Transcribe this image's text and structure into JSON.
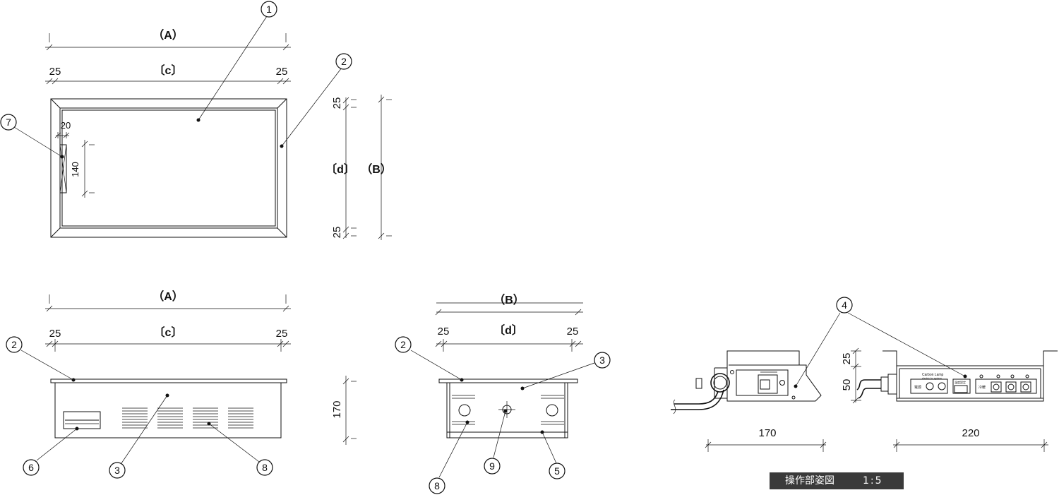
{
  "labels": {
    "A": "（A）",
    "B": "（B）",
    "c": "〔c〕",
    "d": "〔d〕",
    "d_side": "〔d〕"
  },
  "dims": {
    "d25": "25",
    "d20": "20",
    "d140": "140",
    "d170": "170",
    "d50": "50",
    "d220": "220"
  },
  "callouts": [
    "1",
    "2",
    "3",
    "4",
    "5",
    "6",
    "7",
    "8",
    "9"
  ],
  "panel_text": {
    "brand": "Carbon Lamp",
    "brand_sub": "electric  hc system",
    "power": "電源",
    "temp": "温度設定",
    "cool": "冷暖"
  },
  "title": {
    "name": "操作部姿図",
    "scale": "1:5"
  }
}
